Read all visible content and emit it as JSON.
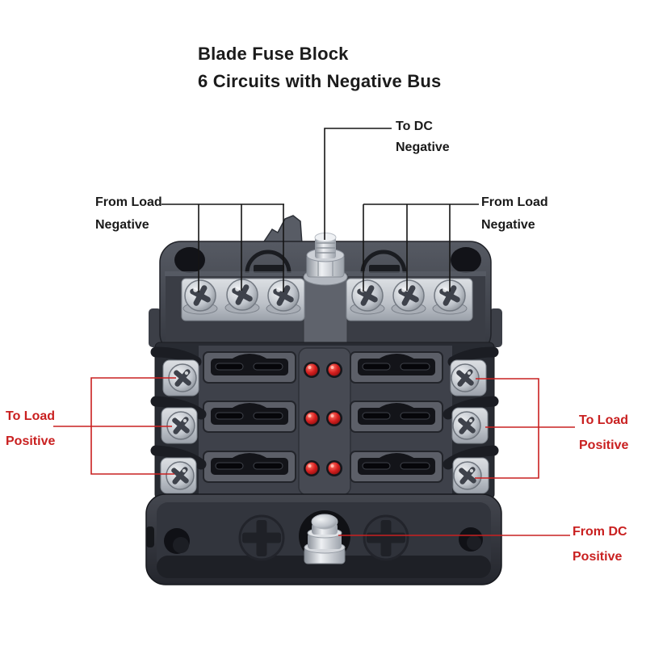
{
  "title": {
    "line1": "Blade Fuse Block",
    "line2": "6 Circuits with Negative Bus"
  },
  "labels": {
    "to_dc_negative": {
      "line1": "To DC",
      "line2": "Negative"
    },
    "from_load_negative_left": {
      "line1": "From Load",
      "line2": "Negative"
    },
    "from_load_negative_right": {
      "line1": "From Load",
      "line2": "Negative"
    },
    "to_load_positive_left": {
      "line1": "To Load",
      "line2": "Positive"
    },
    "to_load_positive_right": {
      "line1": "To Load",
      "line2": "Positive"
    },
    "from_dc_positive": {
      "line1": "From DC",
      "line2": "Positive"
    }
  },
  "colors": {
    "background": "#ffffff",
    "label_black": "#1a1a1a",
    "label_red": "#c92020",
    "leader_black": "#151515",
    "leader_red": "#c92020",
    "housing_dark": "#383b43",
    "panel_gray": "#3e414a",
    "metal_silver": "#c7cbd1",
    "led_red": "#c01818"
  },
  "device": {
    "name": "blade-fuse-block-6-circuit-negative-bus",
    "fuse_slots": 6,
    "indicator_leds": 6,
    "negative_bus_screws": 6,
    "positive_load_screws": 6,
    "studs": 2
  }
}
